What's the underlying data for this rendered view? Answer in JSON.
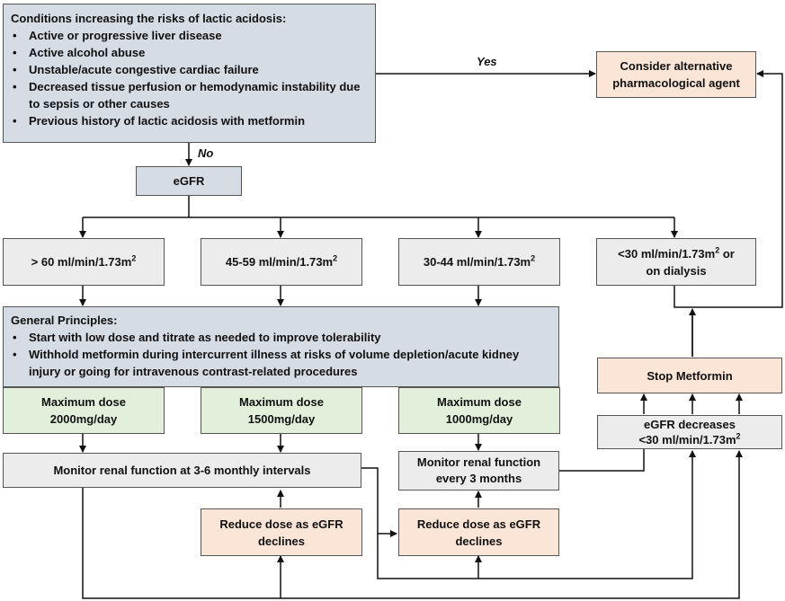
{
  "conditions": {
    "title": "Conditions increasing the risks of lactic acidosis:",
    "items": [
      "Active or progressive liver disease",
      "Active alcohol abuse",
      "Unstable/acute congestive cardiac failure",
      "Decreased tissue perfusion or hemodynamic instability due to sepsis or other causes",
      "Previous history of lactic acidosis with metformin"
    ]
  },
  "labels": {
    "yes": "Yes",
    "no": "No"
  },
  "alternative": {
    "line1": "Consider alternative",
    "line2": "pharmacological agent"
  },
  "egfr": "eGFR",
  "ranges": [
    {
      "text": "> 60 ml/min/1.73m",
      "sup": "2"
    },
    {
      "text": "45-59 ml/min/1.73m",
      "sup": "2"
    },
    {
      "text": "30-44 ml/min/1.73m",
      "sup": "2"
    },
    {
      "text": "<30 ml/min/1.73m",
      "sup": "2",
      "rest": " or",
      "line2": "on dialysis"
    }
  ],
  "principles": {
    "title": "General Principles:",
    "items": [
      "Start with low dose and titrate as needed to improve tolerability",
      "Withhold metformin during intercurrent illness at risks of volume depletion/acute kidney injury or going for intravenous contrast-related procedures"
    ]
  },
  "doses": [
    {
      "line1": "Maximum dose",
      "line2": "2000mg/day"
    },
    {
      "line1": "Maximum dose",
      "line2": "1500mg/day"
    },
    {
      "line1": "Maximum dose",
      "line2": "1000mg/day"
    }
  ],
  "stop": "Stop Metformin",
  "decrease": {
    "line1": "eGFR decreases",
    "line2": "<30 ml/min/1.73m",
    "sup": "2"
  },
  "monitor_a": "Monitor renal function at 3-6 monthly intervals",
  "monitor_b": {
    "line1": "Monitor renal function",
    "line2": "every 3 months"
  },
  "reduce": [
    {
      "line1": "Reduce dose as eGFR",
      "line2": "declines"
    },
    {
      "line1": "Reduce dose as eGFR",
      "line2": "declines"
    }
  ]
}
